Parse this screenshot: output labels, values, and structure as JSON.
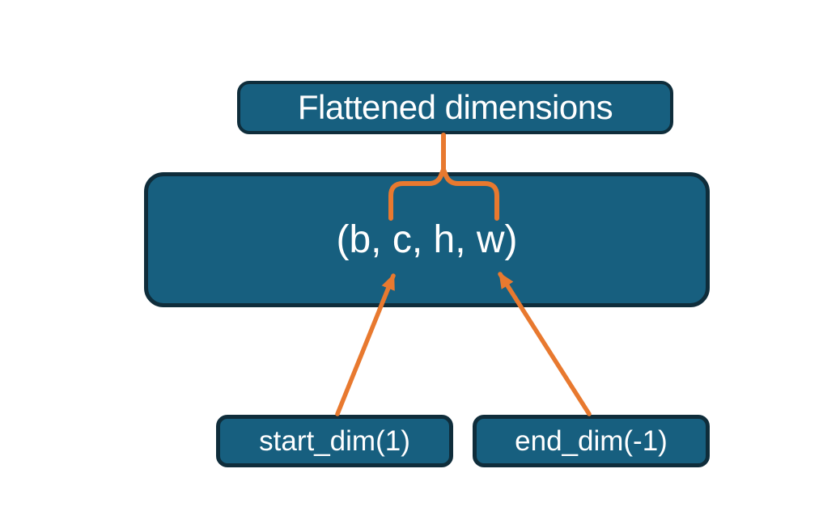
{
  "diagram": {
    "title": "Flatten start_dim / end_dim diagram",
    "theme": {
      "box_fill": "#175f7f",
      "box_border": "#0f2d3b",
      "connector_orange": "#e8792f",
      "text_color": "#ffffff",
      "page_bg": "#ffffff"
    },
    "top_box": {
      "label": "Flattened dimensions"
    },
    "tensor_box": {
      "label": "(b, c, h, w)"
    },
    "start_dim_box": {
      "label": "start_dim(1)"
    },
    "end_dim_box": {
      "label": "end_dim(-1)"
    }
  }
}
